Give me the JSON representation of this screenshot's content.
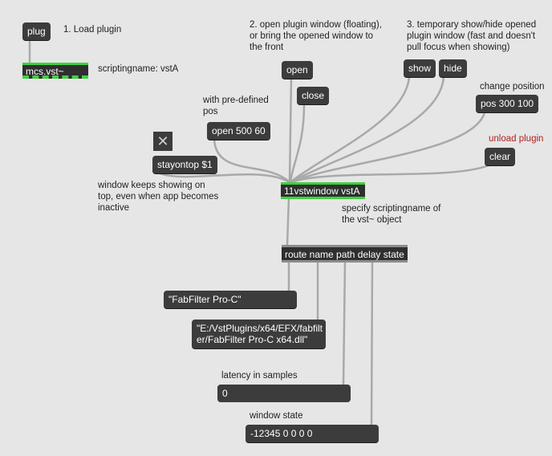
{
  "comments": {
    "load_plugin": "1. Load plugin",
    "scripting_name": "scriptingname: vstA",
    "open_plugin": "2. open plugin window (floating),\nor bring the opened window  to\nthe front",
    "temp_show_hide": "3. temporary show/hide opened\nplugin window (fast and doesn't\npull focus when showing)",
    "change_position": "change position o",
    "with_predefined": "with pre-defined\npos",
    "unload_plugin": "unload plugin",
    "window_keeps": "window keeps showing on\ntop, even when app becomes\ninactive",
    "specify_scripting": "specify scriptingname of\nthe vst~ object",
    "latency": "latency in samples",
    "window_state": "window state"
  },
  "messages": {
    "plug": "plug",
    "open": "open",
    "close": "close",
    "show": "show",
    "hide": "hide",
    "pos": "pos 300 100",
    "open_pos": "open 500 60",
    "stayontop": "stayontop $1",
    "clear": "clear",
    "plugin_name": "\"FabFilter Pro-C\"",
    "plugin_path": "\"E:/VstPlugins/x64/EFX/fabfilt\ner/FabFilter Pro-C x64.dll\"",
    "latency_value": "0",
    "window_state_value": "-12345 0 0 0 0"
  },
  "objects": {
    "mcs_vst": "mcs.vst~",
    "vstwindow": "11vstwindow vstA",
    "route": "route name path delay state"
  },
  "icons": {
    "toggle": "close-x-icon"
  },
  "colors": {
    "background": "#e6e6e6",
    "box": "#3c3c3c",
    "accent_green": "#3fd13f",
    "cable": "#a9a9a9",
    "unload_red": "#b21f1f"
  }
}
